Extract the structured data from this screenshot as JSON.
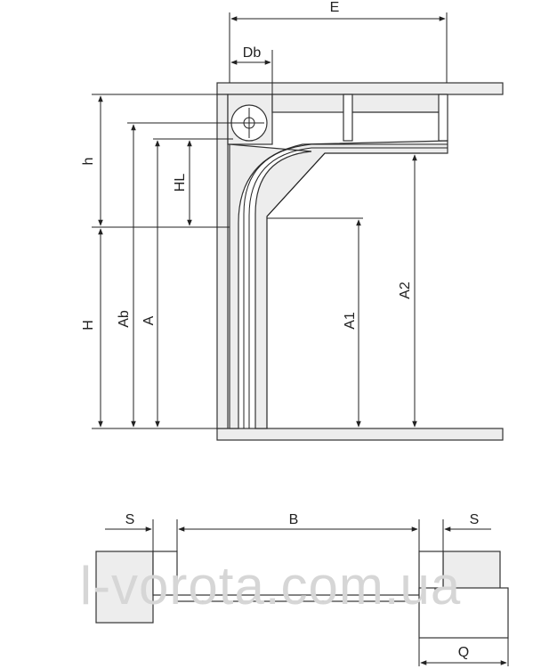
{
  "labels": {
    "E": "E",
    "Db": "Db",
    "h": "h",
    "HL": "HL",
    "H": "H",
    "Ab": "Ab",
    "A": "A",
    "A1": "A1",
    "A2": "A2",
    "S_left": "S",
    "B": "B",
    "S_right": "S",
    "Q": "Q"
  },
  "watermark": "l-vorota.com.ua"
}
